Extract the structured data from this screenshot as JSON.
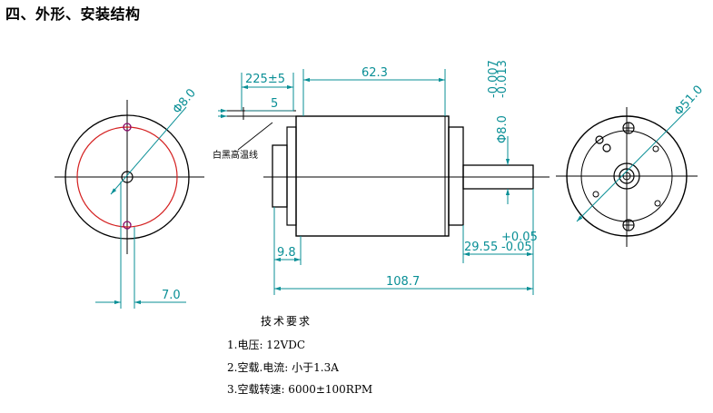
{
  "heading": "四、外形、安装结构",
  "dimensions": {
    "front_shaft_dia": "Φ8.0",
    "front_offset": "7.0",
    "lead_length": "225±5",
    "lead_strip": "5",
    "body_length": "62.3",
    "flange_depth": "9.8",
    "overall_length": "108.7",
    "shaft_dia_main": "Φ8.0",
    "shaft_tol_upper": "-0.007",
    "shaft_tol_lower": "-0.013",
    "shaft_length_main": "29.55",
    "shaft_length_tol_upper": "+0.05",
    "shaft_length_tol_lower": "-0.05",
    "rear_dia": "Φ51.0"
  },
  "lead_label": "白黑高温线",
  "tech_notes": {
    "title": "技术要求",
    "items": [
      "1.电压: 12VDC",
      "2.空载.电流: 小于1.3A",
      "3.空载转速: 6000±100RPM"
    ]
  },
  "colors": {
    "outline": "#000000",
    "dimension": "#0a8f96",
    "circle_red": "#d42020",
    "mount_hole": "#8a0a6a"
  }
}
